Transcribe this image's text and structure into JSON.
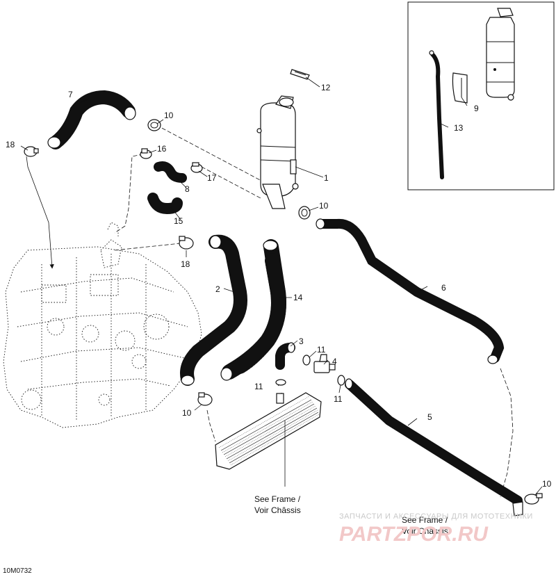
{
  "diagram_ref": "10M0732",
  "callouts": [
    "1",
    "2",
    "3",
    "4",
    "5",
    "6",
    "7",
    "8",
    "9",
    "10",
    "11",
    "12",
    "13",
    "14",
    "15",
    "16",
    "17",
    "18"
  ],
  "notes": {
    "see_frame_line1": "See Frame /",
    "see_frame_line2": "Voir Châssis"
  },
  "watermark": {
    "caption": "ЗАПЧАСТИ И АКСЕССУАРЫ ДЛЯ МОТОТЕХНИКИ",
    "brand": "PARTZPOR.RU"
  }
}
